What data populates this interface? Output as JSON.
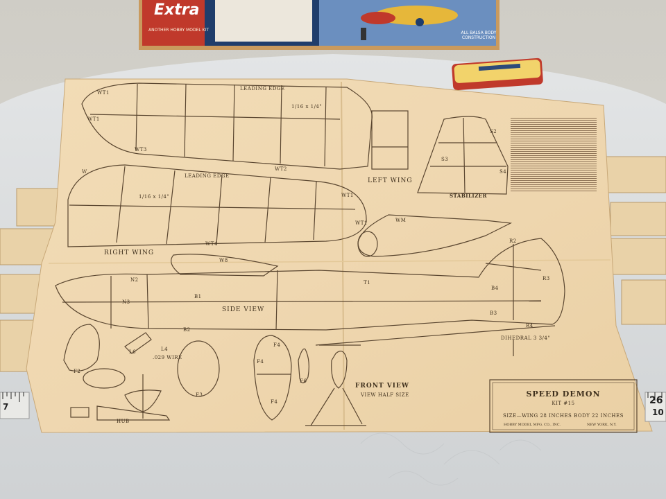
{
  "box": {
    "title_script": "Extra",
    "tagline": "ANOTHER HOBBY MODEL KIT",
    "side_caption": "ALL BALSA BODY CONSTRUCTION"
  },
  "plan": {
    "top_wing": {
      "leading_edge": "LEADING EDGE",
      "dim": "1/16 x 1/4\"",
      "parts": [
        "WT1",
        "WT1",
        "WT3",
        "WT2"
      ]
    },
    "left_wing": "LEFT WING",
    "right_wing": {
      "label": "RIGHT WING",
      "leading_edge": "LEADING EDGE",
      "dim": "1/16 x 1/4\"",
      "parts": [
        "W",
        "WT1",
        "WT1",
        "WT4"
      ]
    },
    "stabilizer": {
      "label": "STABILIZER",
      "parts": [
        "S2",
        "S3",
        "S4"
      ]
    },
    "side_view": {
      "label": "SIDE VIEW",
      "parts": [
        "W8",
        "N2",
        "N3",
        "B1",
        "B2",
        "T1",
        "B3",
        "B4",
        "R3",
        "R2",
        "R4"
      ]
    },
    "wing_mount": "WM",
    "dihedral": "DIHEDRAL 3 3/4\"",
    "front_view": {
      "label": "FRONT VIEW",
      "sub": "VIEW HALF SIZE"
    },
    "parts_small": [
      "F2",
      "L6",
      "L4",
      ".029 WIRE",
      "F3",
      "F4",
      "F4",
      "F4",
      "F6",
      "HUB"
    ],
    "title_block": {
      "title": "SPEED DEMON",
      "kit": "KIT #15",
      "size": "SIZE—WING 28 INCHES     BODY 22 INCHES",
      "maker": "HOBBY MODEL MFG. CO., INC.",
      "city": "NEW YORK, N.Y."
    }
  },
  "ruler": {
    "left_digits": "7",
    "right_number": "26",
    "right_sub": "10"
  },
  "colors": {
    "paper": "#f0d9b5",
    "ink": "#5a4630",
    "tablecloth": "#dadcdd",
    "wall": "#d4d2cc"
  }
}
